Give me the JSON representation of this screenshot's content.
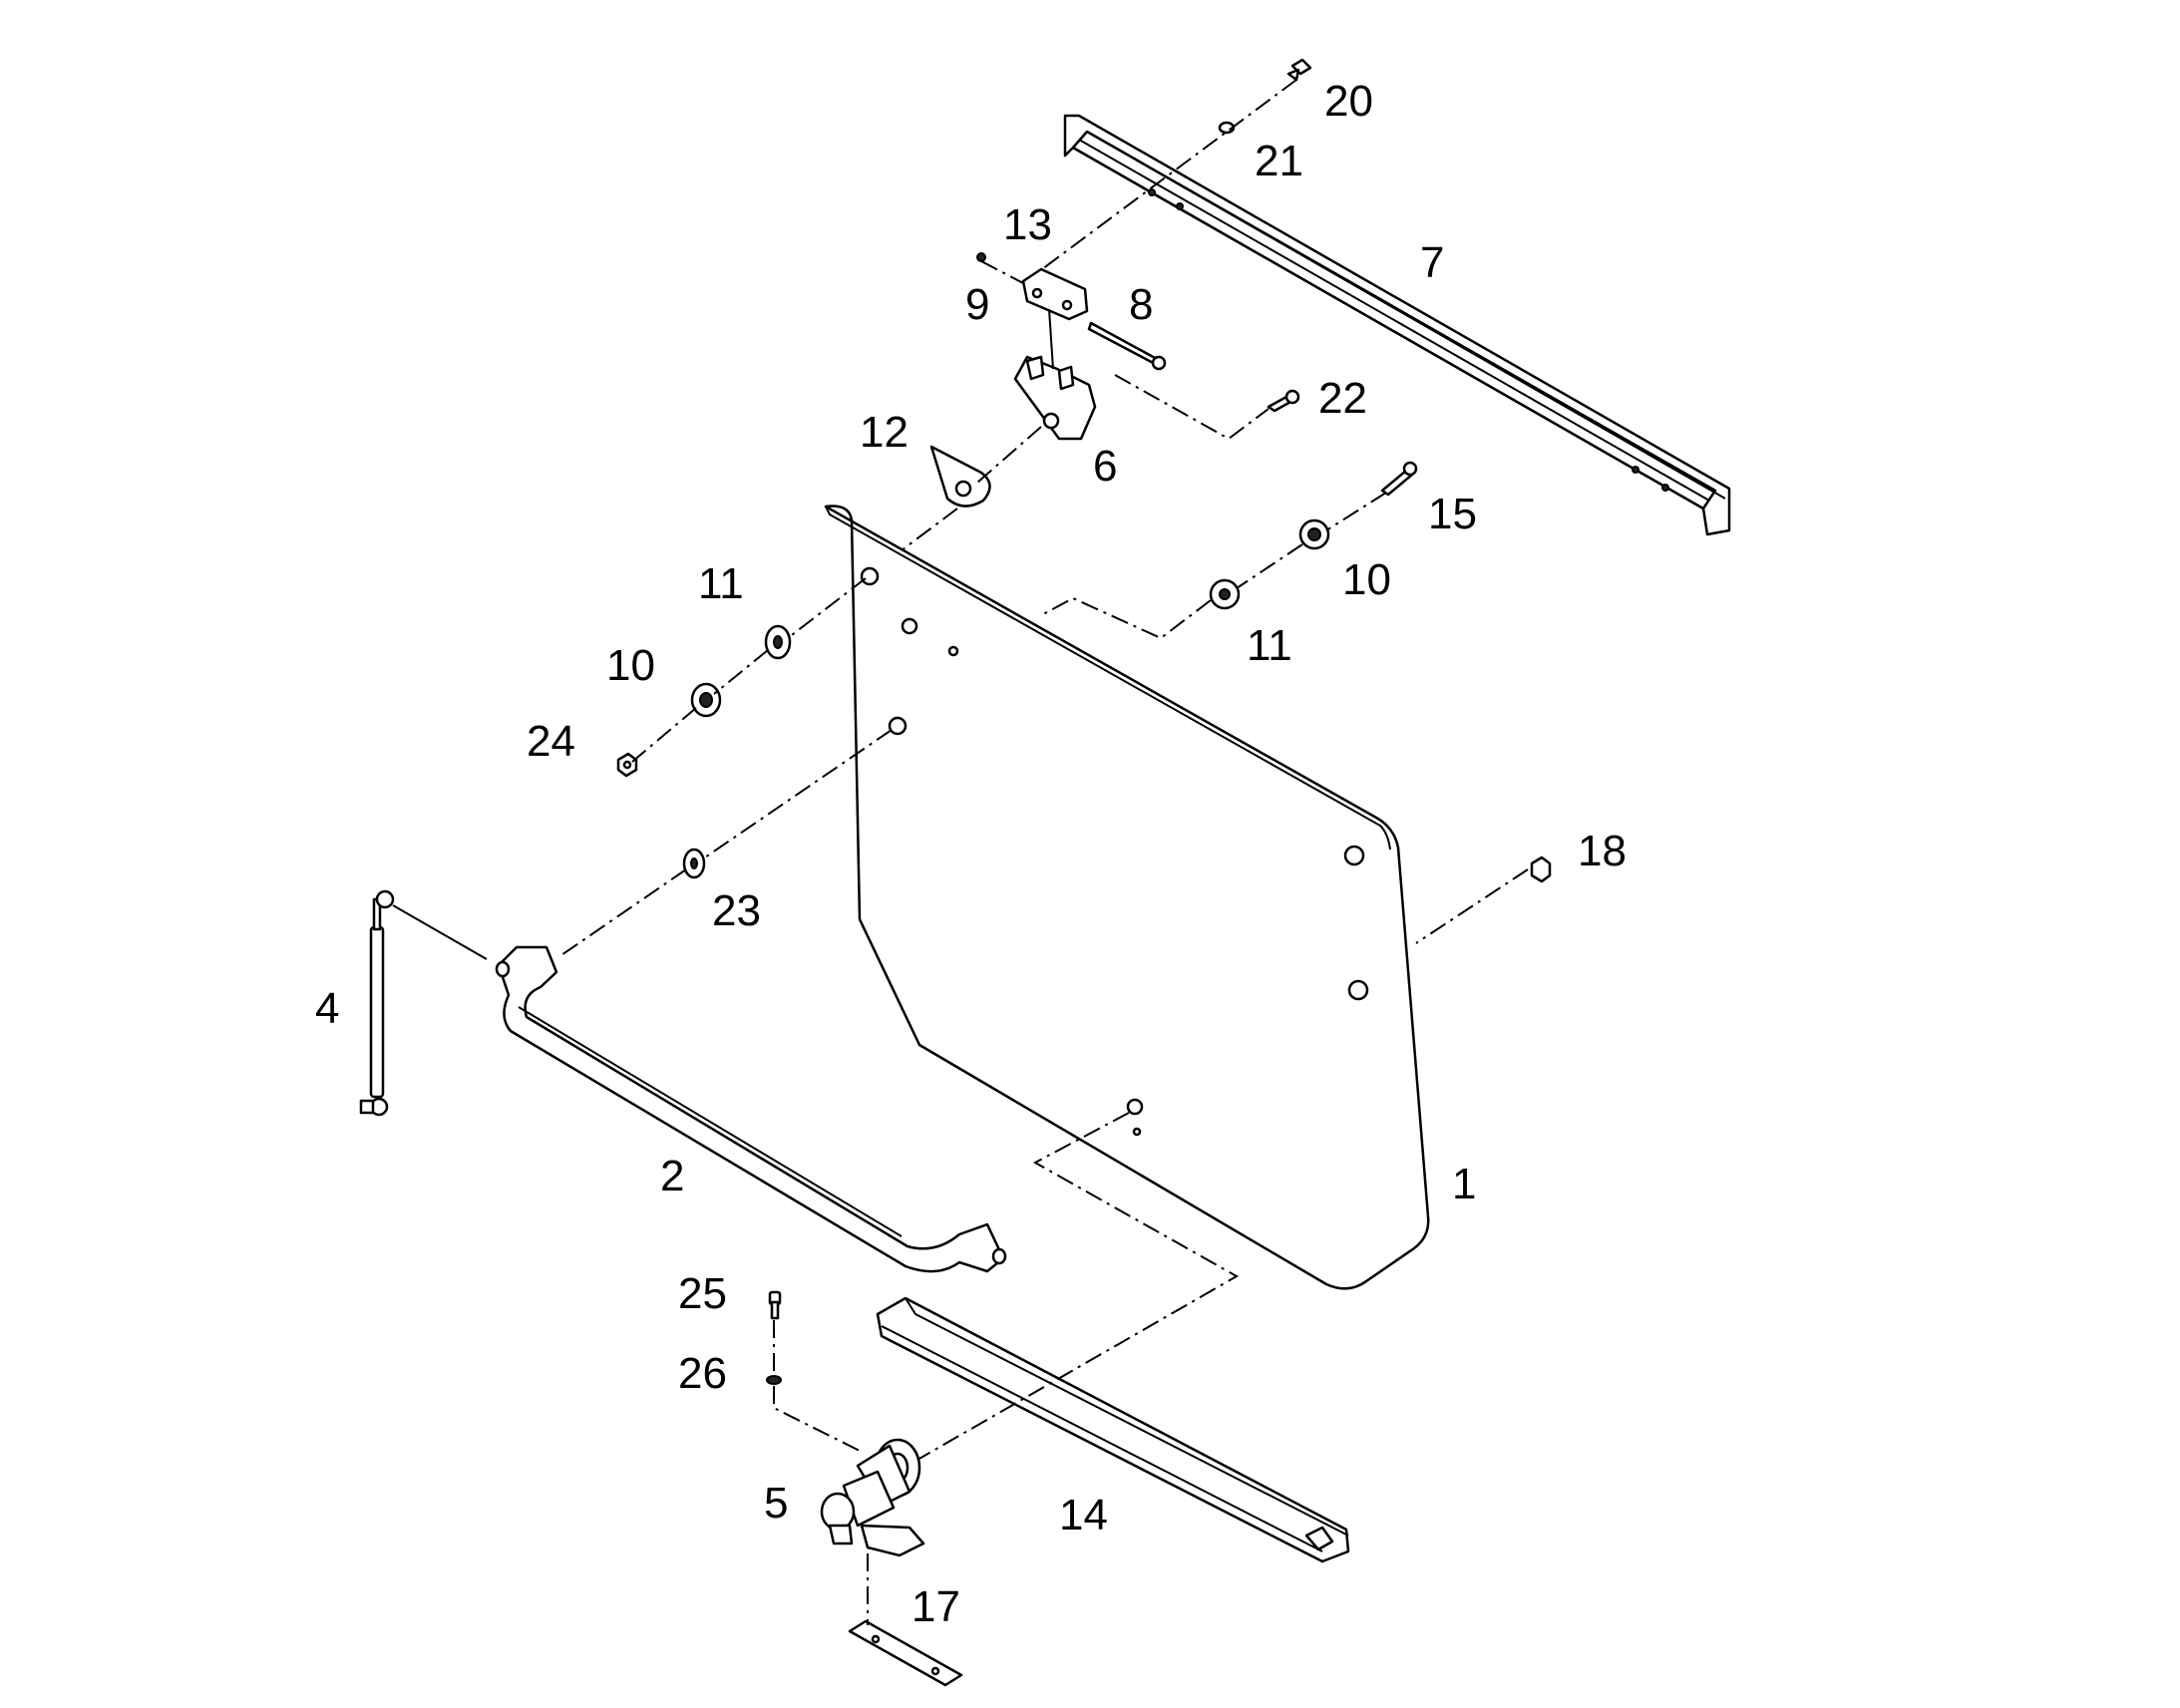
{
  "diagram": {
    "callouts": [
      {
        "id": "c1",
        "label": "1"
      },
      {
        "id": "c2",
        "label": "2"
      },
      {
        "id": "c4",
        "label": "4"
      },
      {
        "id": "c5",
        "label": "5"
      },
      {
        "id": "c6",
        "label": "6"
      },
      {
        "id": "c7",
        "label": "7"
      },
      {
        "id": "c8",
        "label": "8"
      },
      {
        "id": "c9",
        "label": "9"
      },
      {
        "id": "c10a",
        "label": "10"
      },
      {
        "id": "c10b",
        "label": "10"
      },
      {
        "id": "c11a",
        "label": "11"
      },
      {
        "id": "c11b",
        "label": "11"
      },
      {
        "id": "c12",
        "label": "12"
      },
      {
        "id": "c13",
        "label": "13"
      },
      {
        "id": "c14",
        "label": "14"
      },
      {
        "id": "c15",
        "label": "15"
      },
      {
        "id": "c17",
        "label": "17"
      },
      {
        "id": "c18",
        "label": "18"
      },
      {
        "id": "c20",
        "label": "20"
      },
      {
        "id": "c21",
        "label": "21"
      },
      {
        "id": "c22",
        "label": "22"
      },
      {
        "id": "c23",
        "label": "23"
      },
      {
        "id": "c24",
        "label": "24"
      },
      {
        "id": "c25",
        "label": "25"
      },
      {
        "id": "c26",
        "label": "26"
      }
    ]
  }
}
